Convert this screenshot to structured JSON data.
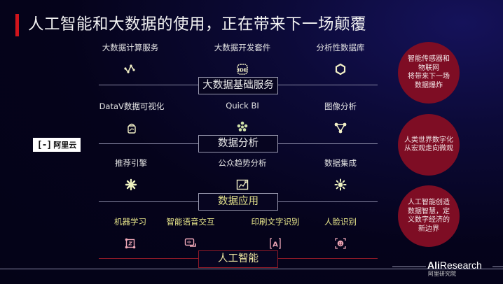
{
  "slide": {
    "title": "人工智能和大数据的使用，正在带来下一场颠覆",
    "accent_color": "#d0141c",
    "background_color": "#05031b"
  },
  "logo": {
    "icon": "aliyun-bracket-icon",
    "bracket": "[-]",
    "text": "阿里云"
  },
  "layers": [
    {
      "name": "大数据基础服务",
      "items": [
        {
          "label": "大数据计算服务",
          "icon": "line-graph-icon"
        },
        {
          "label": "大数据开发套件",
          "icon": "ide-icon"
        },
        {
          "label": "分析性数据库",
          "icon": "hexagon-icon"
        }
      ]
    },
    {
      "name": "数据分析",
      "items": [
        {
          "label": "DataV数据可视化",
          "icon": "datav-screen-icon"
        },
        {
          "label": "Quick BI",
          "icon": "quickbi-cluster-icon"
        },
        {
          "label": "图像分析",
          "icon": "network-triangle-icon"
        }
      ]
    },
    {
      "name": "数据应用",
      "items": [
        {
          "label": "推荐引擎",
          "icon": "asterisk-burst-icon"
        },
        {
          "label": "公众趋势分析",
          "icon": "trend-chart-icon"
        },
        {
          "label": "数据集成",
          "icon": "sun-burst-icon"
        }
      ]
    },
    {
      "name": "人工智能",
      "items": [
        {
          "label": "机器学习",
          "icon": "ml-nodes-icon"
        },
        {
          "label": "智能语音交互",
          "icon": "voice-chat-icon"
        },
        {
          "label": "印刷文字识别",
          "icon": "ocr-a-icon"
        },
        {
          "label": "人脸识别",
          "icon": "face-scan-icon"
        }
      ]
    }
  ],
  "circles": [
    {
      "text": "智能传感器和\n物联网\n将带来下一场\n数据爆炸"
    },
    {
      "text": "人类世界数字化\n从宏观走向微观"
    },
    {
      "text": "人工智能创造\n数据智慧，定\n义数字经济的\n新边界"
    }
  ],
  "brand": {
    "ali": "Ali",
    "research": "Research",
    "subtitle": "阿里研究院"
  },
  "colors": {
    "circle_fill": "#7e0d24",
    "ai_line": "#8e1a28",
    "yellow_text": "#e4e28c",
    "icon_pink": "#f0a8b8",
    "icon_cream": "#f2f0c6"
  }
}
